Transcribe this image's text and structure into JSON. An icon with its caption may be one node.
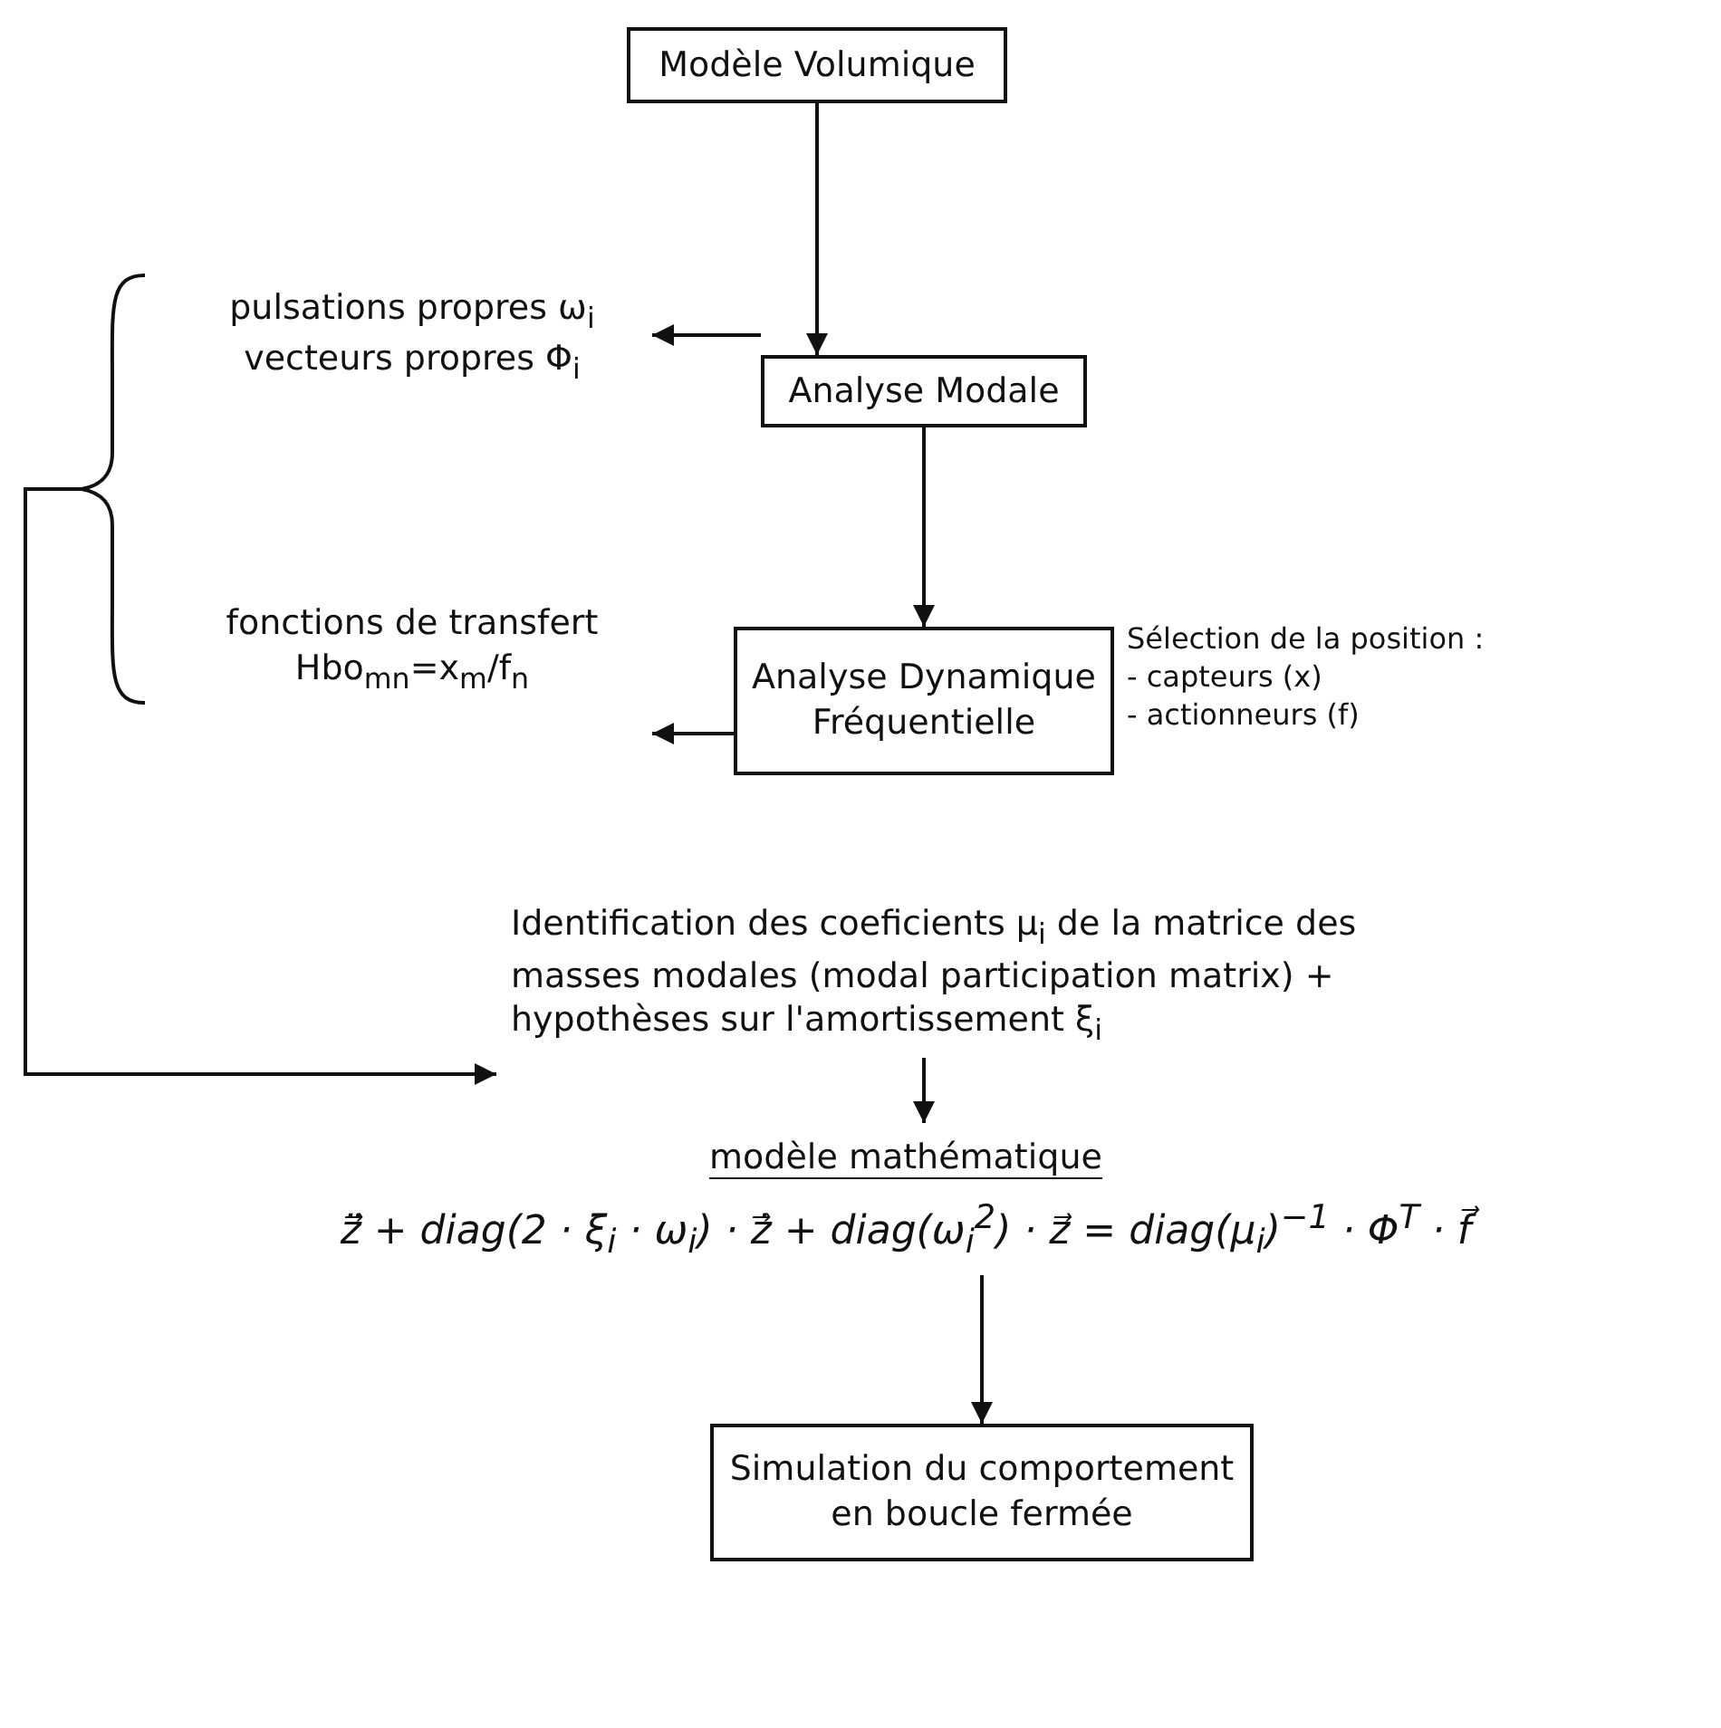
{
  "diagram": {
    "nodes": [
      {
        "text": [
          "Modèle Volumique"
        ]
      },
      {
        "text": [
          "pulsations propres ω$_{i}$ vecteurs propres Φ$_{i}$"
        ]
      },
      {
        "text": [
          "Analyse Modale"
        ]
      },
      {
        "text": [],
        "shape": "brace"
      },
      {
        "text": [
          "fonctions de transfert Hbo$_{mn}$=x$_{m}$/f$_{n}$"
        ]
      },
      {
        "text": [
          "Analyse Dynamique Fréquentielle"
        ],
        "beside": [
          "Sélection de la position :",
          "- capteurs (x)",
          "- actionneurs (f)"
        ]
      },
      {
        "text": [
          "Identification des coeficients µ$_{i}$ de la matrice des masses modales (modal participation matrix) + hypothèses sur l'amortissement ξ$_{i}$"
        ]
      },
      {
        "text": [
          "modèle mathématique",
          "z̈⃗ + diag(2 · ξ$_{i}$ · ω$_{i}$) · ż⃗ + diag(ω$_{i}$$^{2}$) · z⃗ = diag(µ$_{i}$)$^{−1}$ · Φ$^{T}$ · f⃗"
        ]
      },
      {
        "text": [
          "Simulation du comportement en boucle fermée"
        ]
      }
    ],
    "edges": [
      {
        "from": 0,
        "to": 2,
        "arrow": "to"
      },
      {
        "from": 2,
        "to": 1,
        "arrow": "to"
      },
      {
        "from": 2,
        "to": 5,
        "arrow": "to"
      },
      {
        "from": 5,
        "to": 4,
        "arrow": "to"
      },
      {
        "from": 3,
        "to": 6,
        "arrow": "to"
      },
      {
        "from": 6,
        "to": 7,
        "arrow": "to"
      },
      {
        "from": 7,
        "to": 8,
        "arrow": "to"
      }
    ]
  }
}
